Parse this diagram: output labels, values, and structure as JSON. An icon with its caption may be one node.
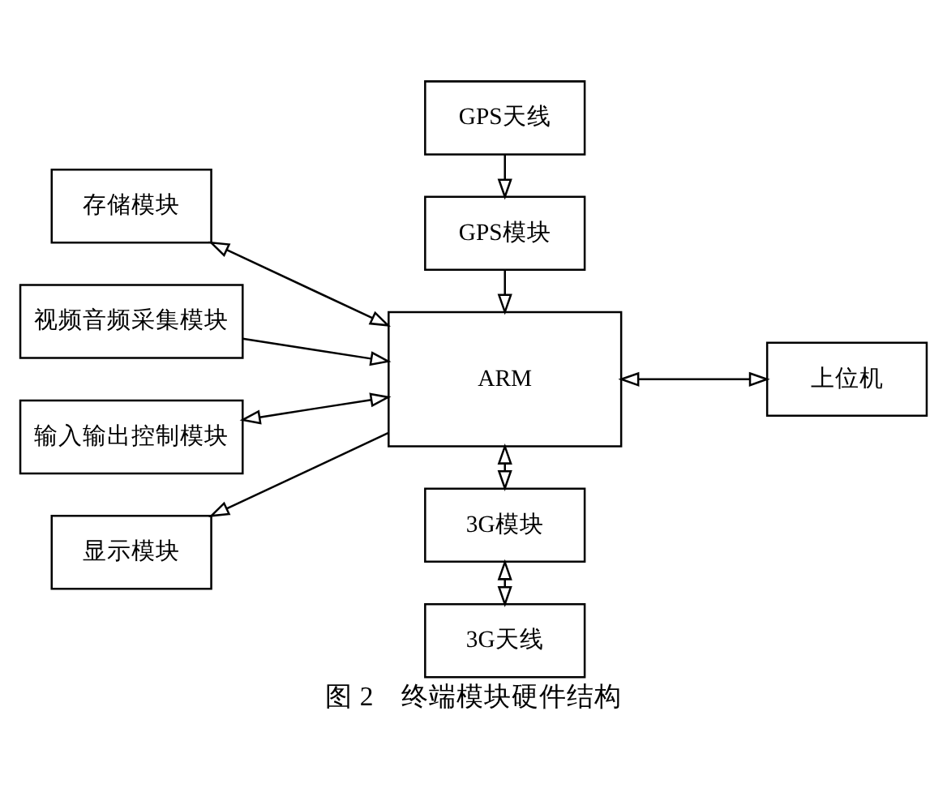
{
  "diagram": {
    "caption": "图 2　终端模块硬件结构",
    "nodes": [
      {
        "text": [
          "GPS天线"
        ]
      },
      {
        "text": [
          "GPS模块"
        ]
      },
      {
        "text": [
          "存储模块"
        ]
      },
      {
        "text": [
          "视频音频采集模块"
        ]
      },
      {
        "text": [
          "ARM"
        ]
      },
      {
        "text": [
          "上位机"
        ]
      },
      {
        "text": [
          "显示模块"
        ]
      },
      {
        "text": [
          "输入输出控制模块"
        ]
      },
      {
        "text": [
          "3G模块"
        ]
      },
      {
        "text": [
          "3G天线"
        ]
      }
    ],
    "edges": [
      {
        "from": 0,
        "to": 1,
        "arrow": "to"
      },
      {
        "from": 1,
        "to": 4,
        "arrow": "to"
      },
      {
        "from": 2,
        "to": 4,
        "arrow": "both"
      },
      {
        "from": 3,
        "to": 4,
        "arrow": "to"
      },
      {
        "from": 4,
        "to": 6,
        "arrow": "to"
      },
      {
        "from": 7,
        "to": 4,
        "arrow": "both"
      },
      {
        "from": 4,
        "to": 5,
        "arrow": "both"
      },
      {
        "from": 4,
        "to": 8,
        "arrow": "both"
      },
      {
        "from": 8,
        "to": 9,
        "arrow": "both"
      }
    ]
  }
}
